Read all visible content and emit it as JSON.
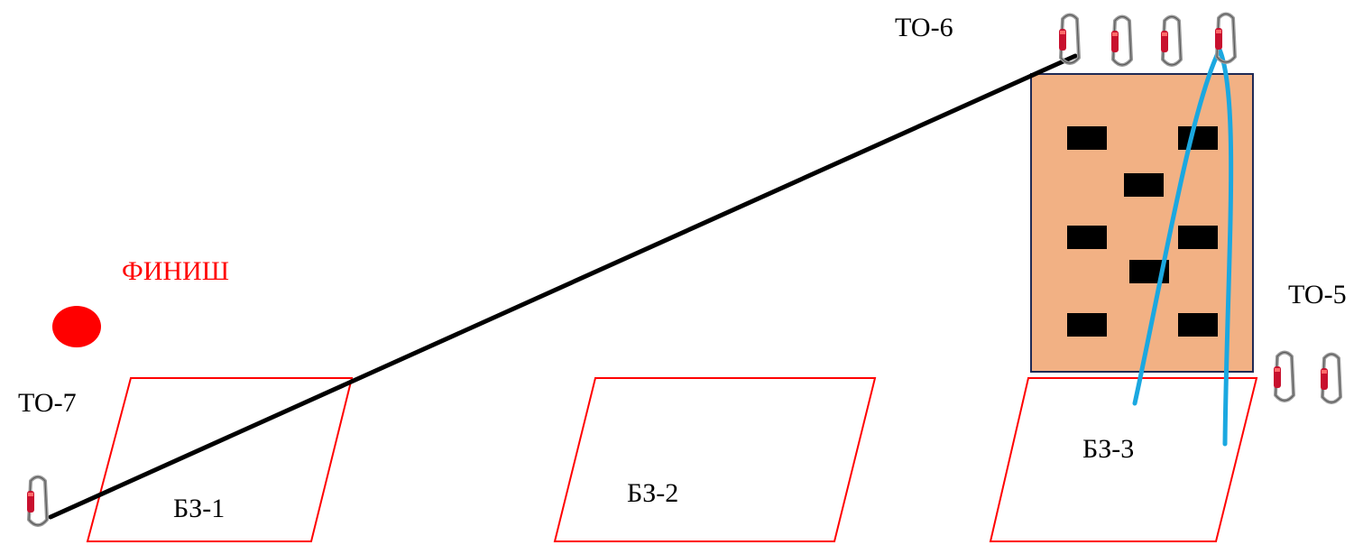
{
  "labels": {
    "finish": "ФИНИШ",
    "to5": "ТО-5",
    "to6": "ТО-6",
    "to7": "ТО-7",
    "bz1": "БЗ-1",
    "bz2": "БЗ-2",
    "bz3": "БЗ-3"
  },
  "colors": {
    "zone_outline": "#ff0000",
    "finish_marker": "#ff0000",
    "traverse_rope": "#000000",
    "climbing_rope": "#1ba8e0",
    "wall_fill": "#f2b184",
    "wall_border": "#1f2a55",
    "wall_holds": "#000000",
    "carabiner_gate": "#c8102e",
    "carabiner_body": "#9a9a9a"
  },
  "icons": {
    "finish_marker": "red-dot",
    "anchor": "carabiner"
  }
}
